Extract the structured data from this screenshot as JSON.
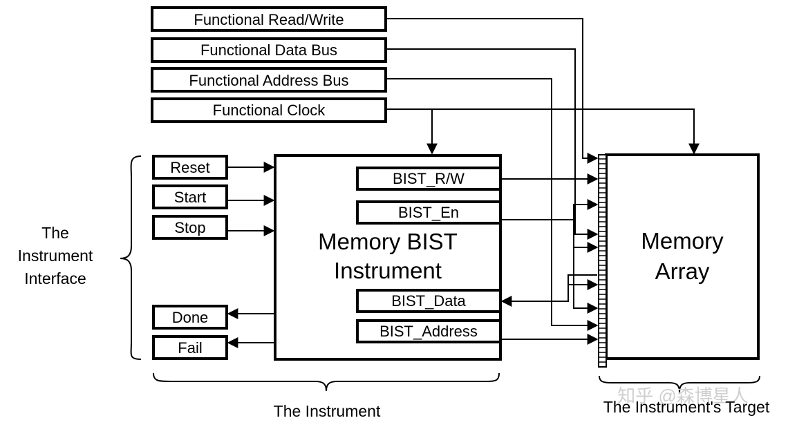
{
  "functional_signals": {
    "read_write": "Functional Read/Write",
    "data_bus": "Functional Data Bus",
    "address_bus": "Functional Address Bus",
    "clock": "Functional Clock"
  },
  "interface_signals": {
    "reset": "Reset",
    "start": "Start",
    "stop": "Stop",
    "done": "Done",
    "fail": "Fail"
  },
  "bist_instrument": {
    "title_line1": "Memory BIST",
    "title_line2": "Instrument",
    "ports": {
      "rw": "BIST_R/W",
      "en": "BIST_En",
      "data": "BIST_Data",
      "address": "BIST_Address"
    }
  },
  "memory_array": {
    "title_line1": "Memory",
    "title_line2": "Array"
  },
  "brace_labels": {
    "interface_line1": "The",
    "interface_line2": "Instrument",
    "interface_line3": "Interface",
    "instrument": "The Instrument",
    "target": "The Instrument's Target"
  },
  "watermark": "知乎 @森博星人"
}
